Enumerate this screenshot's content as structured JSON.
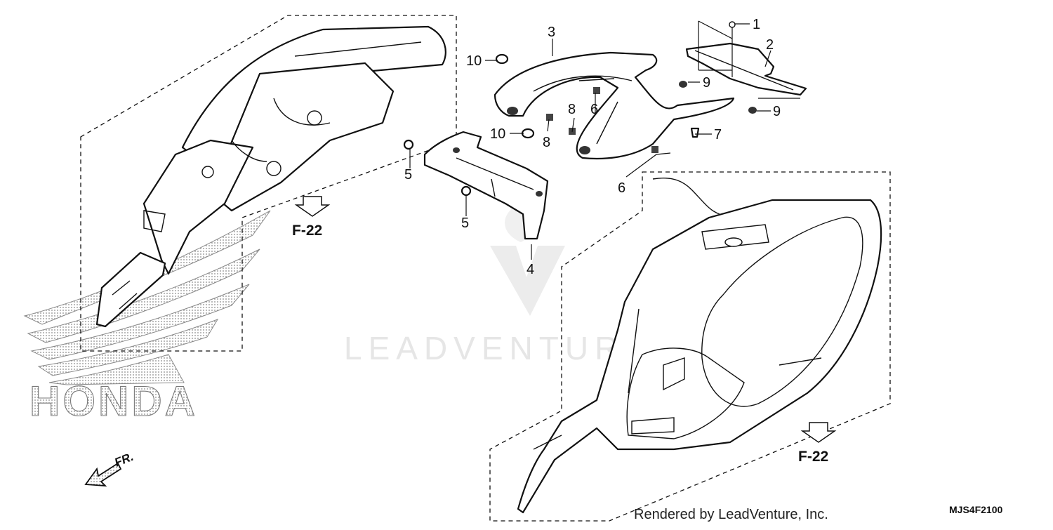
{
  "diagram": {
    "callouts": [
      {
        "id": "c1",
        "label": "1"
      },
      {
        "id": "c2",
        "label": "2"
      },
      {
        "id": "c3",
        "label": "3"
      },
      {
        "id": "c4",
        "label": "4"
      },
      {
        "id": "c5a",
        "label": "5"
      },
      {
        "id": "c5b",
        "label": "5"
      },
      {
        "id": "c6a",
        "label": "6"
      },
      {
        "id": "c6b",
        "label": "6"
      },
      {
        "id": "c7",
        "label": "7"
      },
      {
        "id": "c8a",
        "label": "8"
      },
      {
        "id": "c8b",
        "label": "8"
      },
      {
        "id": "c9a",
        "label": "9"
      },
      {
        "id": "c9b",
        "label": "9"
      },
      {
        "id": "c10a",
        "label": "10"
      },
      {
        "id": "c10b",
        "label": "10"
      }
    ],
    "section_refs": [
      {
        "id": "ref-top",
        "label": "F-22"
      },
      {
        "id": "ref-bottom",
        "label": "F-22"
      }
    ],
    "front_indicator": "FR.",
    "brand_mark": "HONDA",
    "watermark": "LEADVENTURE",
    "credit": "Rendered by LeadVenture, Inc.",
    "diagram_code": "MJS4F2100"
  }
}
